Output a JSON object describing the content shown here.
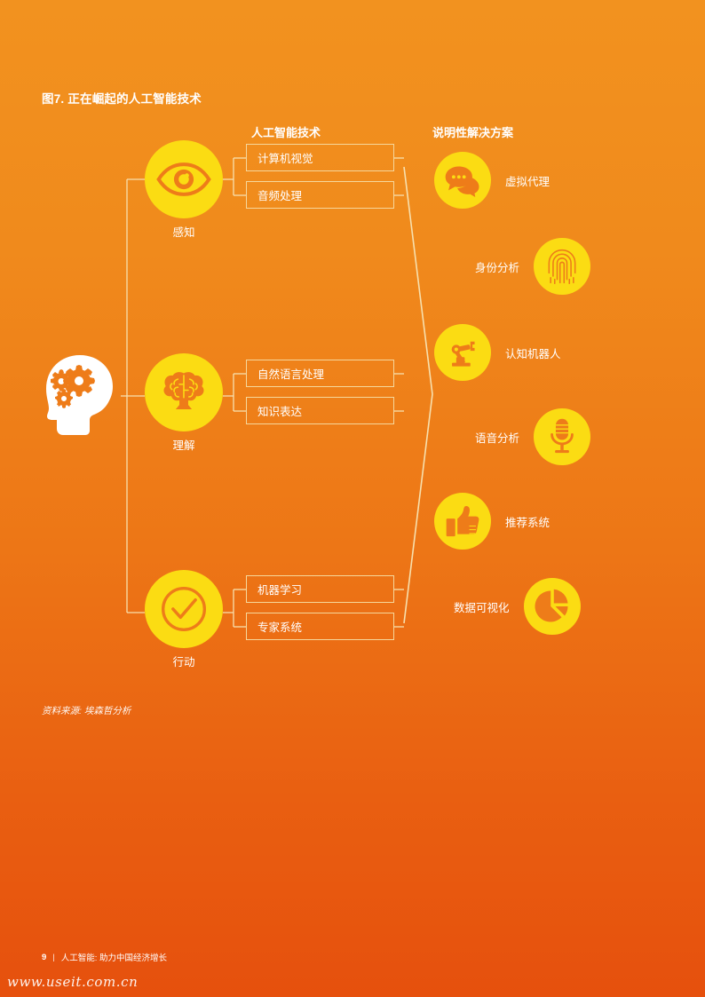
{
  "figure": {
    "title": "图7. 正在崛起的人工智能技术",
    "source": "资料来源: 埃森哲分析"
  },
  "columns": {
    "technology_header": "人工智能技术",
    "solution_header": "说明性解决方案"
  },
  "root": {
    "icon": "head-with-gears-icon"
  },
  "capabilities": [
    {
      "label": "感知",
      "icon": "eye-icon"
    },
    {
      "label": "理解",
      "icon": "brain-icon"
    },
    {
      "label": "行动",
      "icon": "check-circle-icon"
    }
  ],
  "technologies": [
    {
      "label": "计算机视觉"
    },
    {
      "label": "音频处理"
    },
    {
      "label": "自然语言处理"
    },
    {
      "label": "知识表达"
    },
    {
      "label": "机器学习"
    },
    {
      "label": "专家系统"
    }
  ],
  "solutions": [
    {
      "label": "虚拟代理",
      "icon": "chat-bubbles-icon",
      "layout": "icon-left"
    },
    {
      "label": "身份分析",
      "icon": "fingerprint-icon",
      "layout": "icon-right"
    },
    {
      "label": "认知机器人",
      "icon": "robot-arm-icon",
      "layout": "icon-left"
    },
    {
      "label": "语音分析",
      "icon": "microphone-icon",
      "layout": "icon-right"
    },
    {
      "label": "推荐系统",
      "icon": "thumbs-up-icon",
      "layout": "icon-left"
    },
    {
      "label": "数据可视化",
      "icon": "pie-chart-icon",
      "layout": "icon-right"
    }
  ],
  "footer": {
    "page_number": "9",
    "separator": "|",
    "document_title": "人工智能: 助力中国经济增长",
    "watermark": "www.useit.com.cn"
  },
  "colors": {
    "background_top": "#F2921F",
    "background_bottom": "#E6500D",
    "accent_yellow": "#FBDC13",
    "text_white": "#FFFFFF",
    "box_border": "#F6D79B"
  }
}
